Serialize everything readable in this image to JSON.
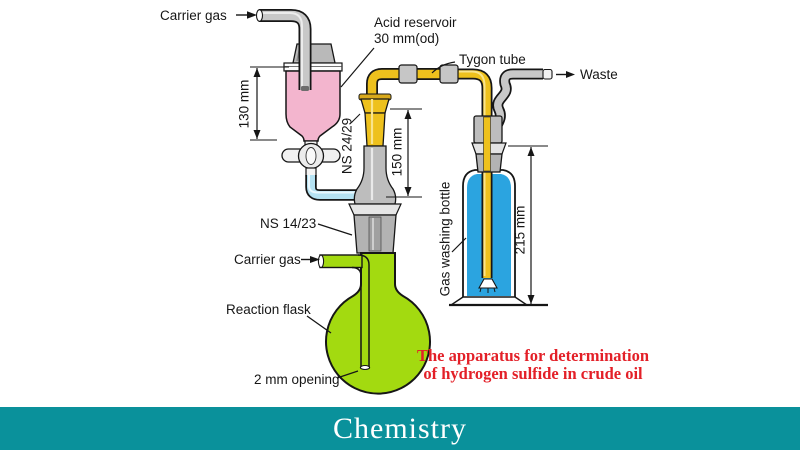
{
  "diagram": {
    "labels": {
      "carrier_gas_top": "Carrier gas",
      "acid_reservoir_1": "Acid reservoir",
      "acid_reservoir_2": "30 mm(od)",
      "tygon_tube": "Tygon tube",
      "waste": "Waste",
      "ns_24_29": "NS 24/29",
      "ns_14_23": "NS 14/23",
      "carrier_gas_bottom": "Carrier gas",
      "reaction_flask": "Reaction flask",
      "two_mm_opening": "2 mm opening",
      "gas_washing_bottle": "Gas washing bottle"
    },
    "dimensions": {
      "reservoir_height": "130 mm",
      "joint_tube_height": "150 mm",
      "bottle_height": "215 mm"
    },
    "caption": {
      "line1": "The apparatus for determination",
      "line2": "of hydrogen sulfide in crude oil"
    },
    "colors": {
      "acid": "#f3b5ce",
      "tygon": "#eec11d",
      "tygon_light": "#f9e48d",
      "transfer": "#b5e2f2",
      "flask_green": "#a3da10",
      "wash_blue": "#2ba4e0",
      "glass_gray": "#bdbdbd",
      "caption_red": "#e32028",
      "footer_teal": "#0a919b"
    }
  },
  "footer": {
    "title": "Chemistry"
  }
}
